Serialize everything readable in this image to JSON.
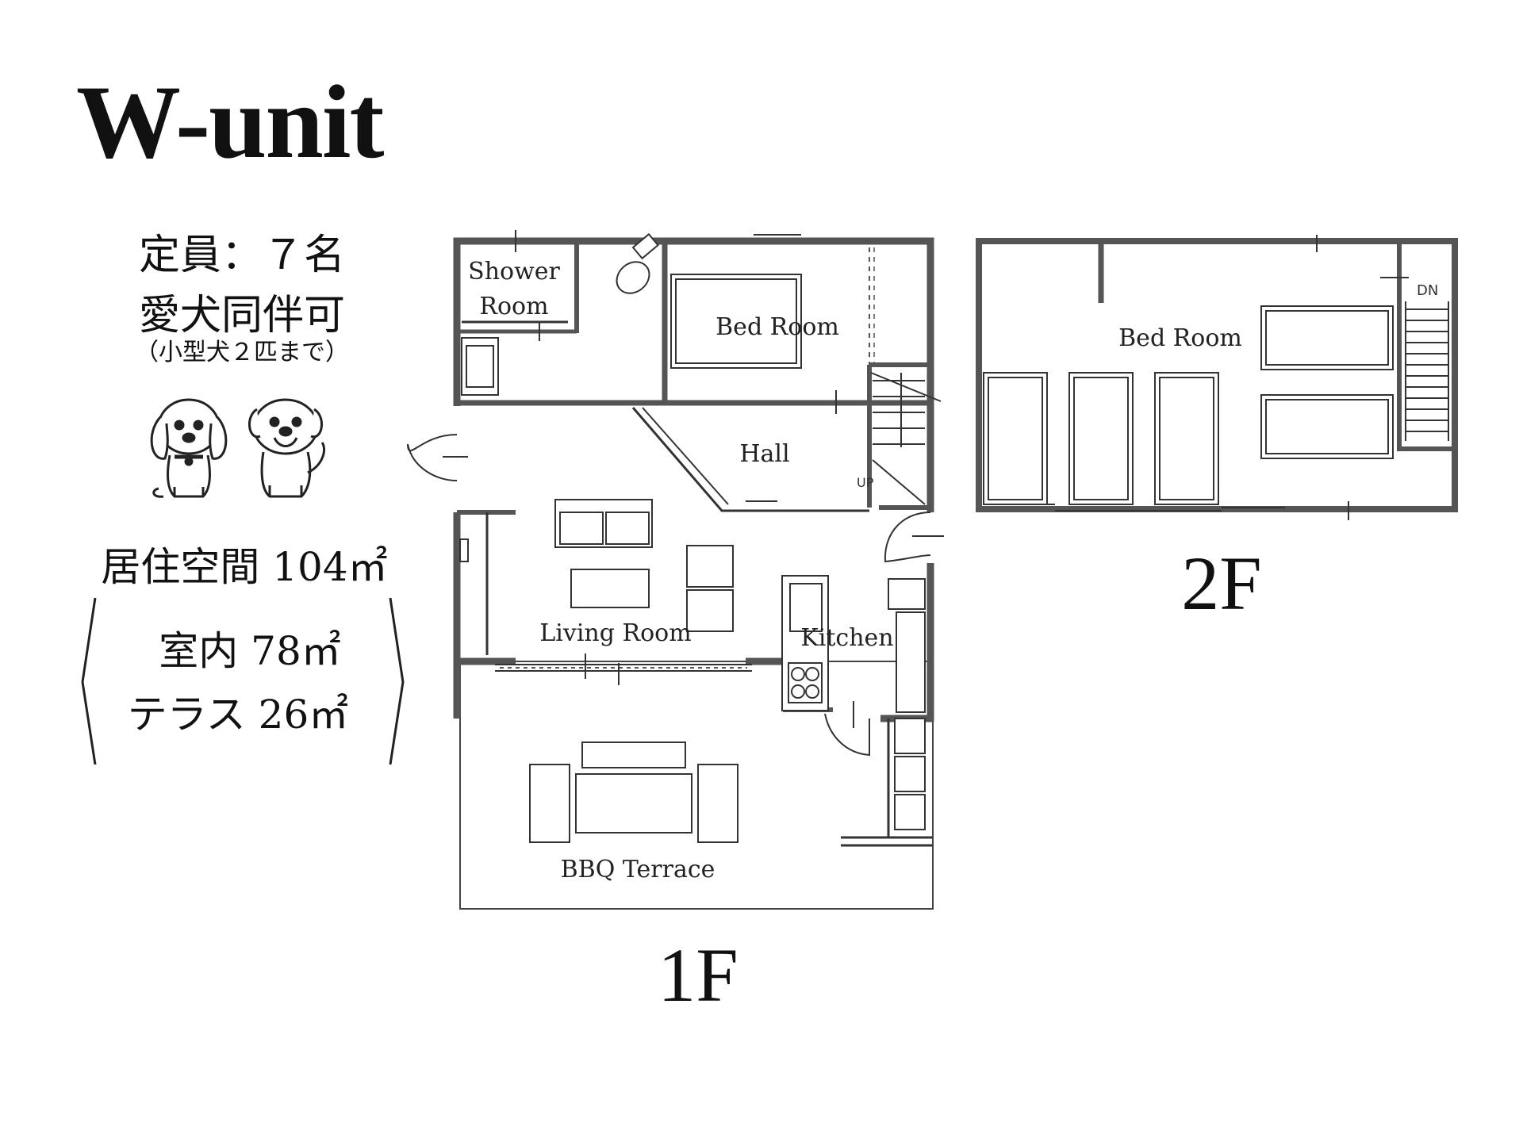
{
  "title": "W-unit",
  "info": {
    "capacity": "定員：７名",
    "dogs_allowed": "愛犬同伴可",
    "dogs_note": "（小型犬２匹まで）",
    "living_space": "居住空間 104㎡",
    "indoor": "室内 78㎡",
    "terrace": "テラス 26㎡"
  },
  "floor1": {
    "label": "1F",
    "rooms": {
      "shower_line1": "Shower",
      "shower_line2": "Room",
      "bedroom": "Bed Room",
      "hall": "Hall",
      "living": "Living Room",
      "kitchen": "Kitchen",
      "terrace": "BBQ Terrace",
      "stair_up": "UP"
    }
  },
  "floor2": {
    "label": "2F",
    "rooms": {
      "bedroom": "Bed Room",
      "stair_down": "DN"
    }
  }
}
